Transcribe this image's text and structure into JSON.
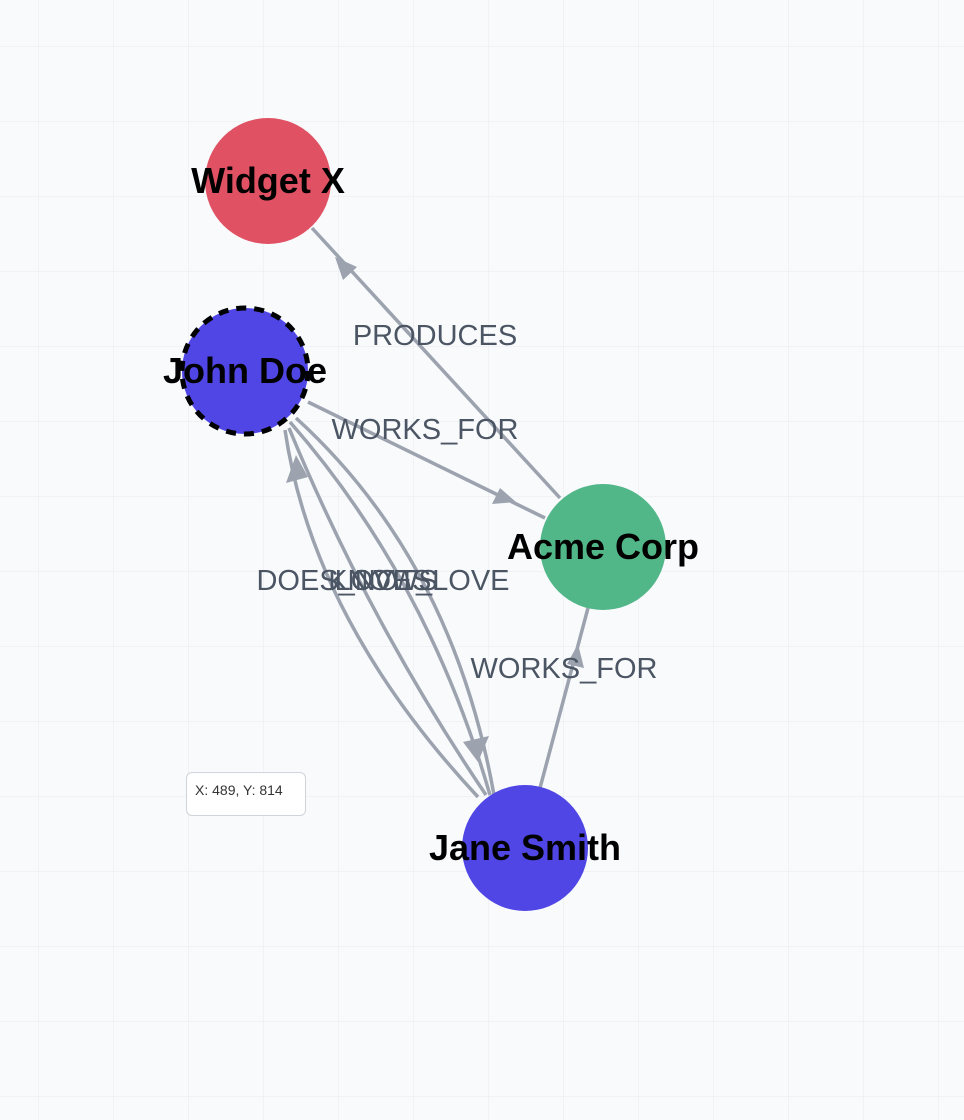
{
  "colors": {
    "background": "#f8fafc",
    "grid": "#e8ebef",
    "edge": "#9ca3af",
    "edge_label": "#4b5563",
    "person_node": "#4f46e5",
    "organization_node": "#52b788",
    "product_node": "#e05263",
    "selection_outline": "#000000"
  },
  "nodes": [
    {
      "id": "widget-x",
      "label": "Widget X",
      "color": "#e05263",
      "selected": false
    },
    {
      "id": "john-doe",
      "label": "John Doe",
      "color": "#4f46e5",
      "selected": true
    },
    {
      "id": "acme-corp",
      "label": "Acme Corp",
      "color": "#52b788",
      "selected": false
    },
    {
      "id": "jane-smith",
      "label": "Jane Smith",
      "color": "#4f46e5",
      "selected": false
    }
  ],
  "edges": [
    {
      "id": "acme-produces-widget",
      "source": "Acme Corp",
      "target": "Widget X",
      "label": "PRODUCES"
    },
    {
      "id": "john-works-for-acme",
      "source": "John Doe",
      "target": "Acme Corp",
      "label": "WORKS_FOR"
    },
    {
      "id": "jane-works-for-acme",
      "source": "Jane Smith",
      "target": "Acme Corp",
      "label": "WORKS_FOR"
    },
    {
      "id": "jane-does-not-love-john",
      "source": "Jane Smith",
      "target": "John Doe",
      "label": "DOES_NOT_LOVE"
    },
    {
      "id": "john-knows-jane",
      "source": "John Doe",
      "target": "Jane Smith",
      "label": "KNOWS"
    },
    {
      "id": "jane-loves-john",
      "source": "Jane Smith",
      "target": "John Doe",
      "label": "LOVES"
    }
  ],
  "cursor_readout": "X: 489, Y: 814"
}
